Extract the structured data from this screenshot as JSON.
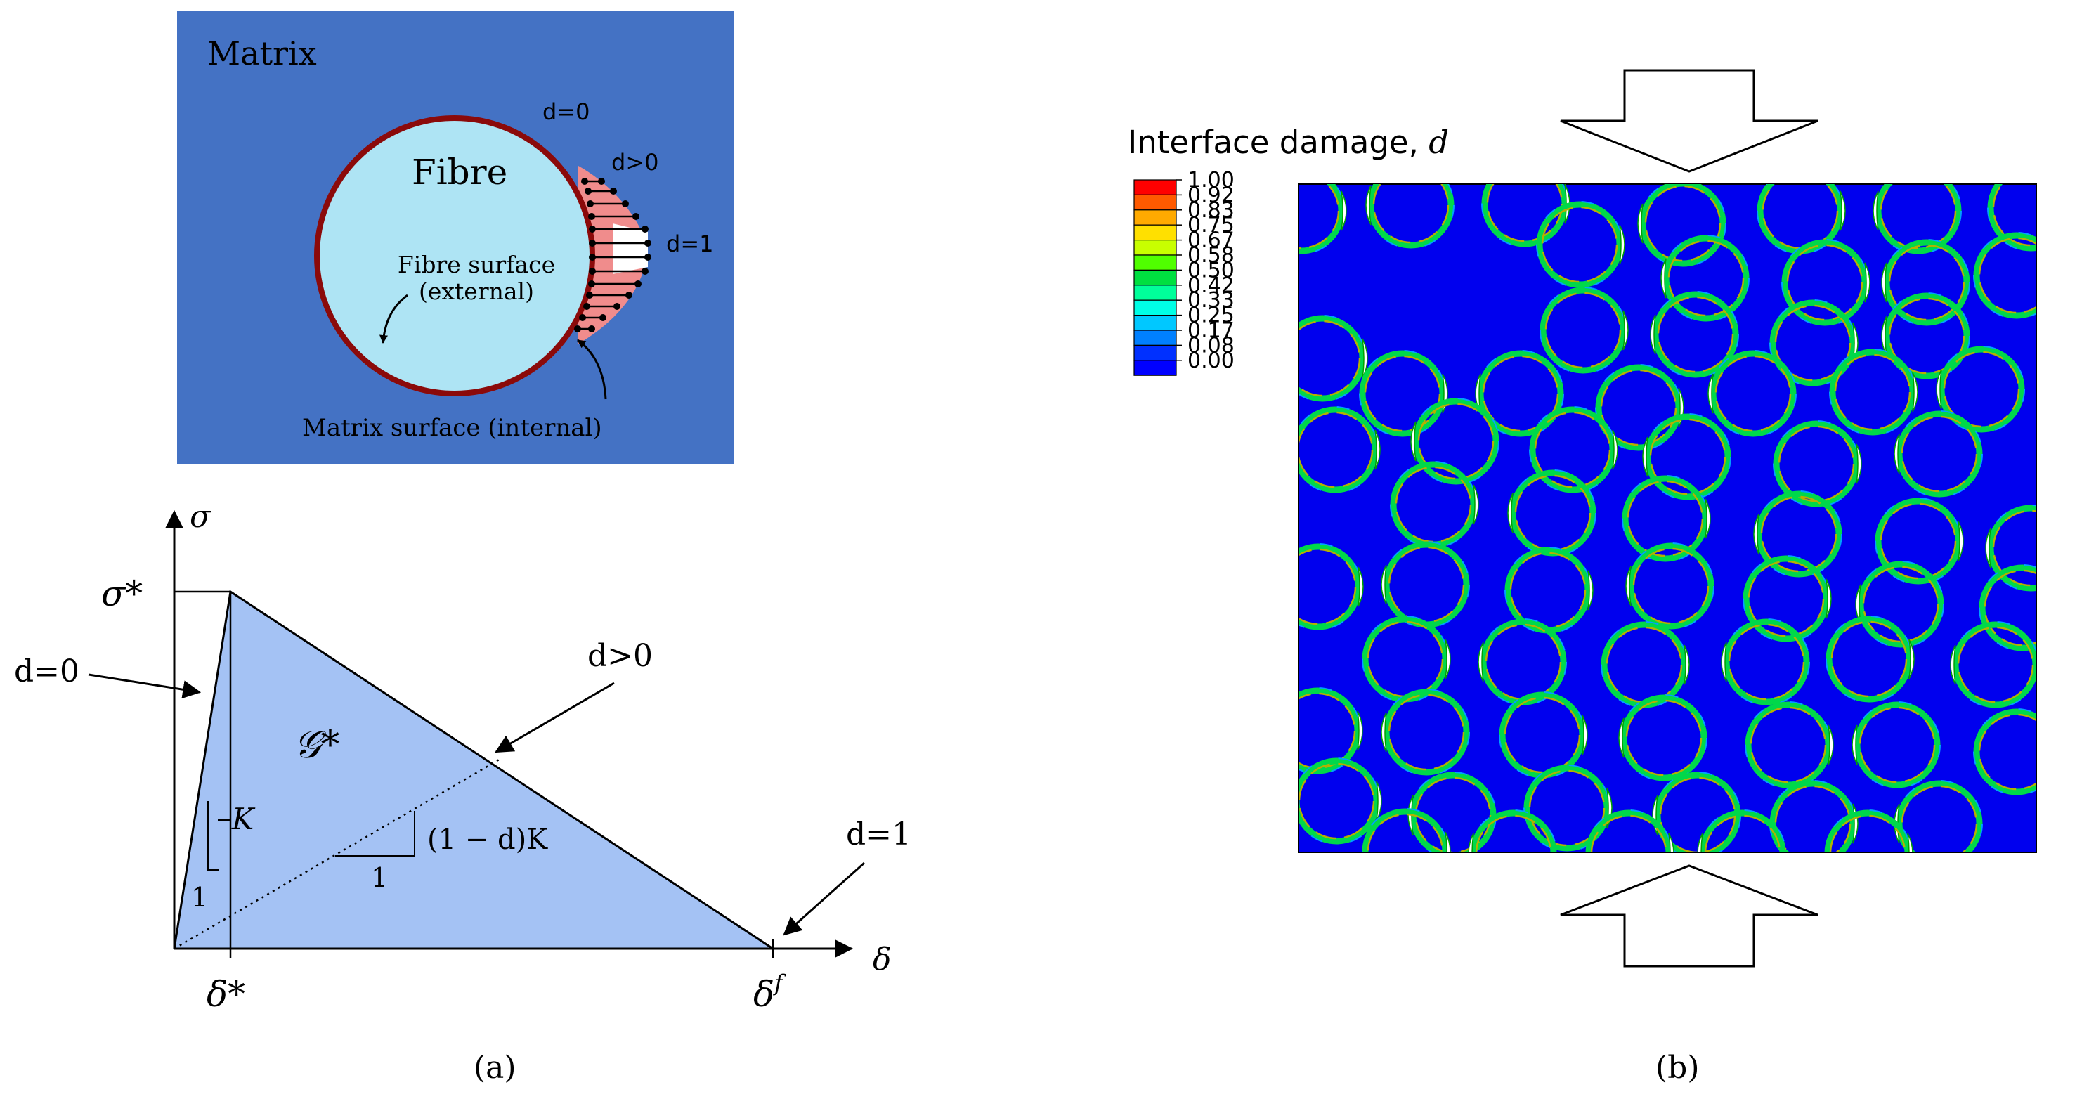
{
  "panel_a": {
    "fibre_sketch": {
      "matrix_label": "Matrix",
      "fibre_label": "Fibre",
      "fibre_surface_line1": "Fibre surface",
      "fibre_surface_line2": "(external)",
      "matrix_surface_label": "Matrix surface (internal)",
      "state_labels": [
        "d=0",
        "d>0",
        "d=1"
      ],
      "colors": {
        "matrix": "#4472c4",
        "fibre": "#aee4f4",
        "interface_ring": "#8b0a0a",
        "damaged_zone": "#f08c8c"
      }
    },
    "law": {
      "y_axis_symbol": "σ",
      "x_axis_symbol": "δ",
      "peak_stress_label": "σ*",
      "peak_sep_label": "δ*",
      "final_sep_label": "δ",
      "final_sep_sup": "f",
      "energy_label": "𝒢*",
      "stiffness_label": "K",
      "slope_one_a": "1",
      "slope_one_b": "1",
      "degraded_stiffness_label": "(1 − d)K",
      "d0_label": "d=0",
      "dpos_label": "d>0",
      "d1_label": "d=1",
      "fill_color": "#a4c2f4"
    },
    "caption": "(a)"
  },
  "panel_b": {
    "legend": {
      "title_text": "Interface damage, ",
      "title_symbol": "d",
      "levels": [
        "1.00",
        "0.92",
        "0.83",
        "0.75",
        "0.67",
        "0.58",
        "0.50",
        "0.42",
        "0.33",
        "0.25",
        "0.17",
        "0.08",
        "0.00"
      ],
      "colors": [
        "#ff0000",
        "#ff5a00",
        "#ffaa00",
        "#ffe000",
        "#c8ff00",
        "#50ff00",
        "#00e040",
        "#00ff9a",
        "#00ffe6",
        "#00c8ff",
        "#0080ff",
        "#0030ff",
        "#0000ff"
      ]
    },
    "field_color": "#0000ee",
    "caption": "(b)"
  }
}
